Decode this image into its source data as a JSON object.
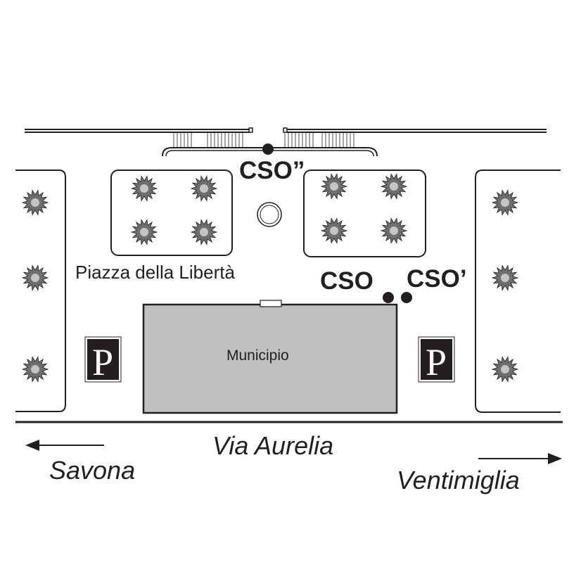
{
  "labels": {
    "cso_top": "CSO”",
    "cso": "CSO",
    "cso_prime": "CSO’",
    "piazza": "Piazza della Libertà",
    "municipio": "Municipio",
    "street": "Via Aurelia",
    "west_direction": "Savona",
    "east_direction": "Ventimiglia",
    "parking_symbol": "P"
  },
  "colors": {
    "ink": "#231f20",
    "building": "#c0c0c0",
    "tree": "#6d6e70"
  }
}
